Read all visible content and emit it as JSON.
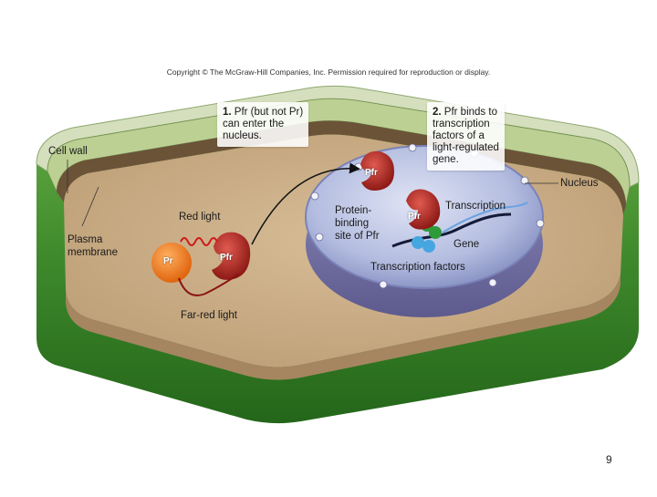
{
  "copyright": "Copyright © The McGraw-Hill Companies, Inc. Permission required for reproduction or display.",
  "callouts": {
    "step1": {
      "number": "1.",
      "lines": [
        "Pfr (but not Pr)",
        "can enter the",
        "nucleus."
      ]
    },
    "step2": {
      "number": "2.",
      "lines": [
        "Pfr binds to",
        "transcription",
        "factors of a",
        "light-regulated",
        "gene."
      ]
    }
  },
  "labels": {
    "cell_wall": "Cell wall",
    "plasma_membrane": [
      "Plasma",
      "membrane"
    ],
    "nucleus": "Nucleus",
    "red_light": "Red light",
    "far_red_light": "Far-red light",
    "protein_binding_site": [
      "Protein-",
      "binding",
      "site of Pfr"
    ],
    "transcription": "Transcription",
    "gene": "Gene",
    "transcription_factors": "Transcription factors"
  },
  "molecules": {
    "pr": "Pr",
    "pfr": "Pfr"
  },
  "page_number": "9",
  "colors": {
    "cell_wall_outer": "#3f8a2c",
    "cell_wall_inner": "#cfd9b4",
    "cytoplasm": "#c9ad86",
    "nucleus": "#b7bfe0",
    "pr_orange": "#f07a1e",
    "pfr_red": "#a6231f"
  }
}
